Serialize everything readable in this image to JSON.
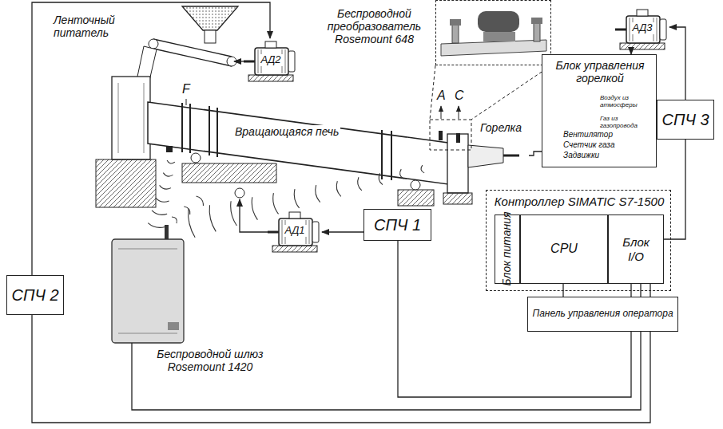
{
  "diagram": {
    "nodes": [
      {
        "text": [
          "Ленточный питатель"
        ]
      },
      {
        "text": [
          "АД2"
        ]
      },
      {
        "text": [
          "Беспроводной преобразователь Rosemount 648"
        ]
      },
      {
        "text": [
          "АД3"
        ]
      },
      {
        "text": [
          "СПЧ 3"
        ]
      },
      {
        "text": [
          "Блок управления горелкой",
          "Воздух из атмосферы",
          "Газ из газопровода",
          "Вентилятор",
          "Счетчик газа",
          "Задвижки"
        ]
      },
      {
        "text": [
          "Вращающаяся печь"
        ]
      },
      {
        "text": [
          "Горелка"
        ]
      },
      {
        "text": [
          "Контроллер SIMATIC S7-1500"
        ]
      },
      {
        "text": [
          "Блок питания"
        ],
        "in": 8
      },
      {
        "text": [
          "CPU"
        ],
        "in": 8
      },
      {
        "text": [
          "Блок I/O"
        ],
        "in": 8
      },
      {
        "text": [
          "СПЧ 2"
        ]
      },
      {
        "text": [
          "АД1"
        ]
      },
      {
        "text": [
          "СПЧ 1"
        ]
      },
      {
        "text": [
          "Беспроводной шлюз Rosemount 1420"
        ]
      },
      {
        "text": [
          "Панель управления оператора"
        ]
      }
    ],
    "edges": [
      {
        "from": 1,
        "to": 0,
        "arrow": "to"
      },
      {
        "from": 12,
        "to": 1,
        "arrow": "to"
      },
      {
        "from": 11,
        "to": 4,
        "arrow": "none"
      },
      {
        "from": 4,
        "to": 3,
        "arrow": "to"
      },
      {
        "from": 3,
        "to": 5,
        "arrow": "to"
      },
      {
        "from": 5,
        "to": 7,
        "arrow": "none"
      },
      {
        "from": 13,
        "to": 6,
        "arrow": "to"
      },
      {
        "from": 14,
        "to": 13,
        "arrow": "to"
      },
      {
        "from": 11,
        "to": 14,
        "arrow": "none"
      },
      {
        "from": 15,
        "to": 11,
        "arrow": "none"
      },
      {
        "from": 11,
        "to": 12,
        "arrow": "none"
      },
      {
        "from": 10,
        "to": 16,
        "arrow": "none"
      }
    ],
    "labels": [
      "F",
      "A",
      "C"
    ]
  }
}
